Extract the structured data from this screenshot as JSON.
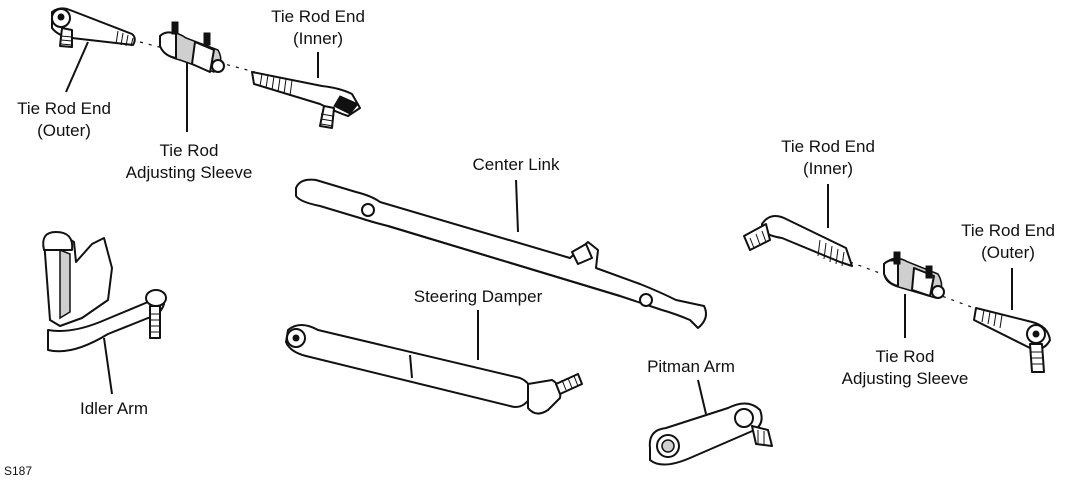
{
  "labels": {
    "tie_rod_end_inner_top": [
      "Tie Rod End",
      "(Inner)"
    ],
    "tie_rod_end_outer_left": [
      "Tie Rod End",
      "(Outer)"
    ],
    "adjusting_sleeve_left": [
      "Tie Rod",
      "Adjusting Sleeve"
    ],
    "center_link": "Center Link",
    "tie_rod_end_inner_right": [
      "Tie Rod End",
      "(Inner)"
    ],
    "tie_rod_end_outer_right": [
      "Tie Rod End",
      "(Outer)"
    ],
    "steering_damper": "Steering Damper",
    "adjusting_sleeve_right": [
      "Tie Rod",
      "Adjusting Sleeve"
    ],
    "idler_arm": "Idler Arm",
    "pitman_arm": "Pitman Arm",
    "figure_code": "S187"
  }
}
